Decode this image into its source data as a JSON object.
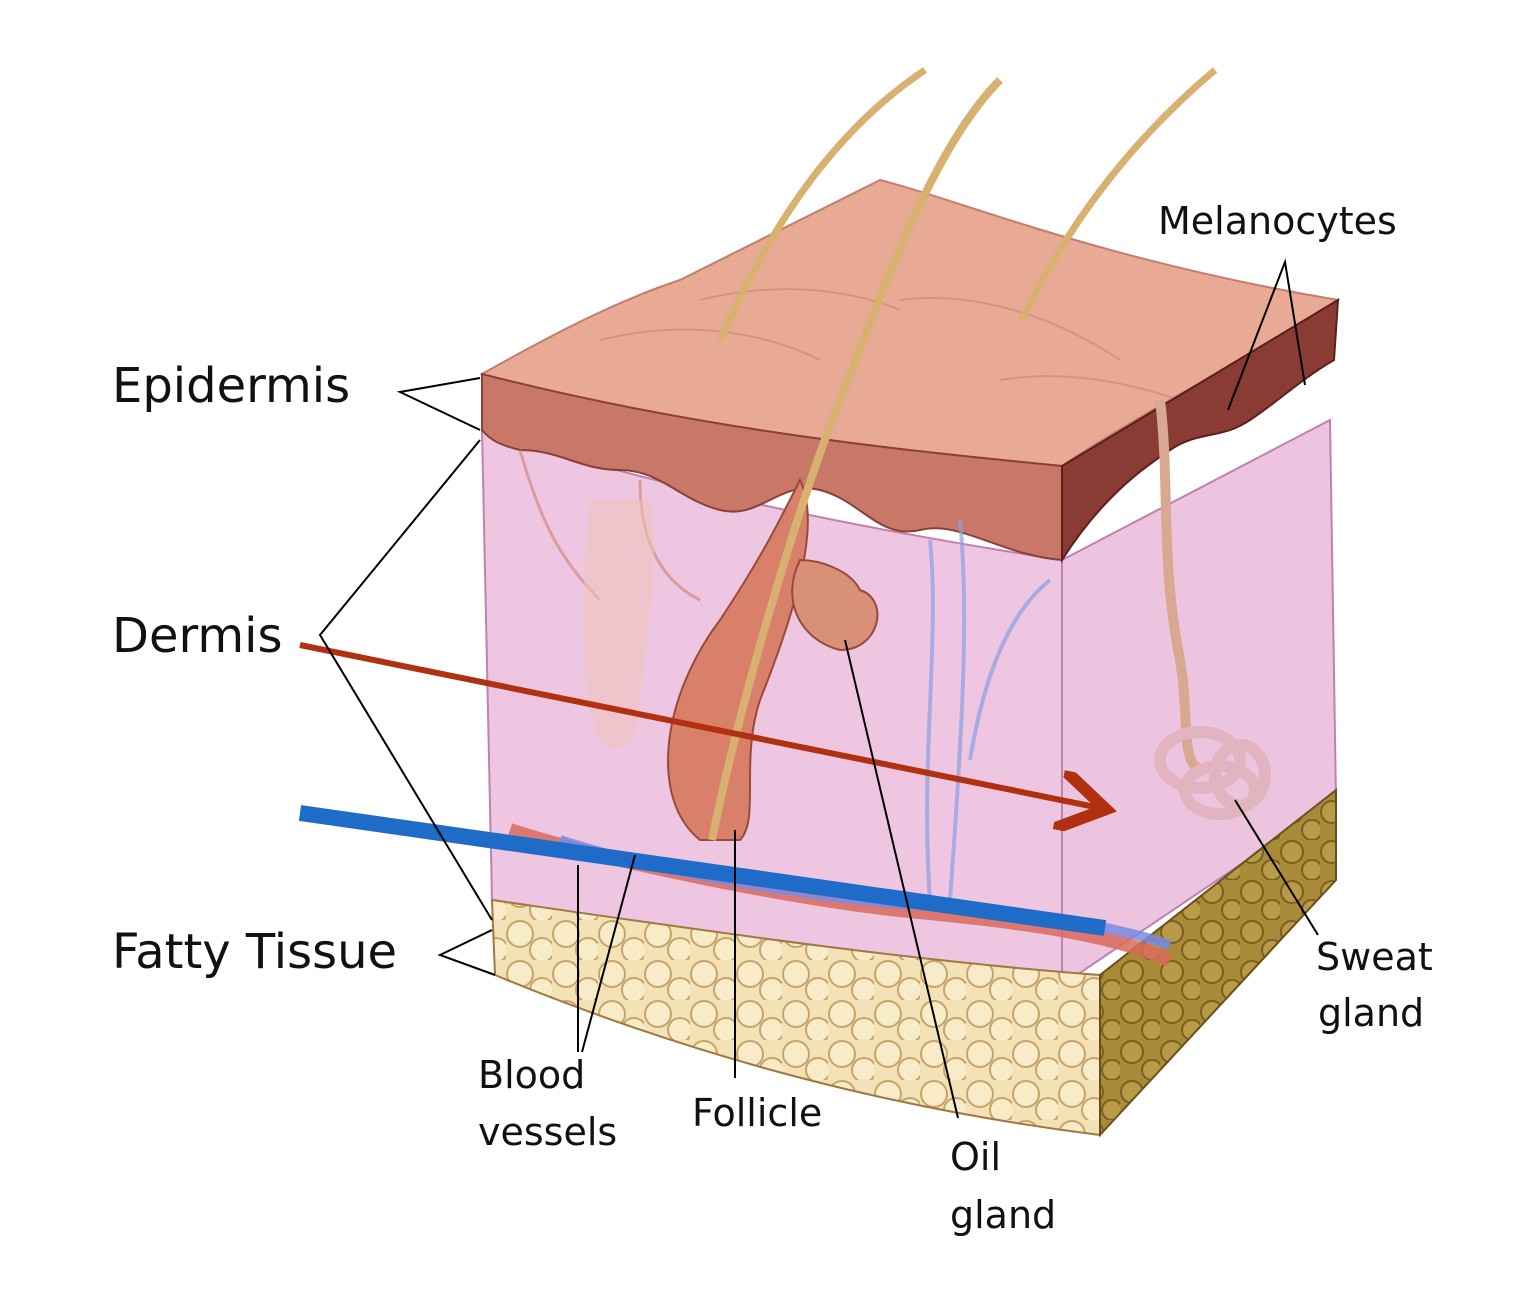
{
  "labels": {
    "epidermis": "Epidermis",
    "dermis": "Dermis",
    "fatty_tissue": "Fatty Tissue",
    "melanocytes": "Melanocytes",
    "sweat_gland": [
      "Sweat",
      "gland"
    ],
    "blood_vessels": [
      "Blood",
      "vessels"
    ],
    "follicle": "Follicle",
    "oil_gland": [
      "Oil",
      "gland"
    ]
  },
  "colors": {
    "arrow": "#b03010",
    "line": "#1e6cc8",
    "skin_top": "#e8a890",
    "dermis": "#f0c8e4",
    "fat": "#f2dfb0",
    "epidermis": "#b86058"
  }
}
